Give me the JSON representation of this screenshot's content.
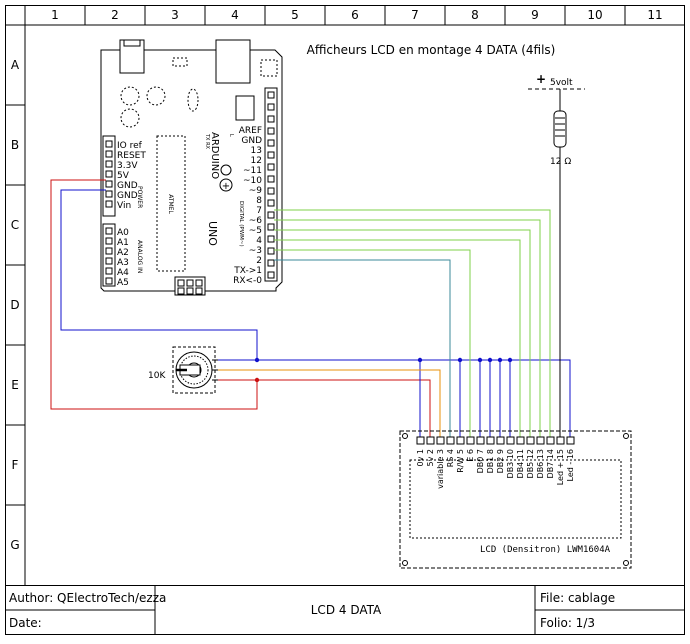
{
  "frame": {
    "columns": [
      "1",
      "2",
      "3",
      "4",
      "5",
      "6",
      "7",
      "8",
      "9",
      "10",
      "11"
    ],
    "rows": [
      "A",
      "B",
      "C",
      "D",
      "E",
      "F",
      "G"
    ]
  },
  "schematic": {
    "title": "Afficheurs LCD en montage 4 DATA (4fils)",
    "supply_label": "5volt",
    "supply_sign": "+",
    "resistor_value": "12 Ω",
    "pot_value": "10K",
    "lcd_model": "LCD (Densitron)  LWM1604A"
  },
  "arduino": {
    "left_labels": [
      "IO ref",
      "RESET",
      "3.3V",
      "5V",
      "GND",
      "GND",
      "Vin"
    ],
    "power_label": "POWER",
    "analog_pins": [
      "A0",
      "A1",
      "A2",
      "A3",
      "A4",
      "A5"
    ],
    "analog_label": "ANALOG IN",
    "right_labels": [
      "AREF",
      "GND",
      "13",
      "12",
      "~11",
      "~10",
      "~9",
      "8",
      "7",
      "~6",
      "~5",
      "4",
      "~3",
      "2",
      "TX->1",
      "RX<-0"
    ],
    "brand": "ARDUINO",
    "model": "UNO",
    "digital_label": "DIGITAL (PWM~)",
    "chip_label": "ATMEL",
    "tx_rx": "TX RX",
    "led_l": "L"
  },
  "lcd_pins": [
    "0v 1",
    "5v 2",
    "variable 3",
    "RS 4",
    "R/W 5",
    "E 6",
    "DB0 7",
    "DB1 8",
    "DB2 9",
    "DB3 10",
    "DB4 11",
    "DB5 12",
    "DB6 13",
    "DB7 14",
    "Led + 15",
    "Led - 16"
  ],
  "titleblock": {
    "author": "Author: QElectroTech/ezza",
    "date": "Date:",
    "center": "LCD 4 DATA",
    "file": "File: cablage",
    "folio": "Folio: 1/3"
  },
  "colors": {
    "red": "#cc1111",
    "blue": "#1111cc",
    "orange": "#e8900a",
    "green": "#7fd04a",
    "teal": "#3b8a9a",
    "black": "#000000"
  }
}
